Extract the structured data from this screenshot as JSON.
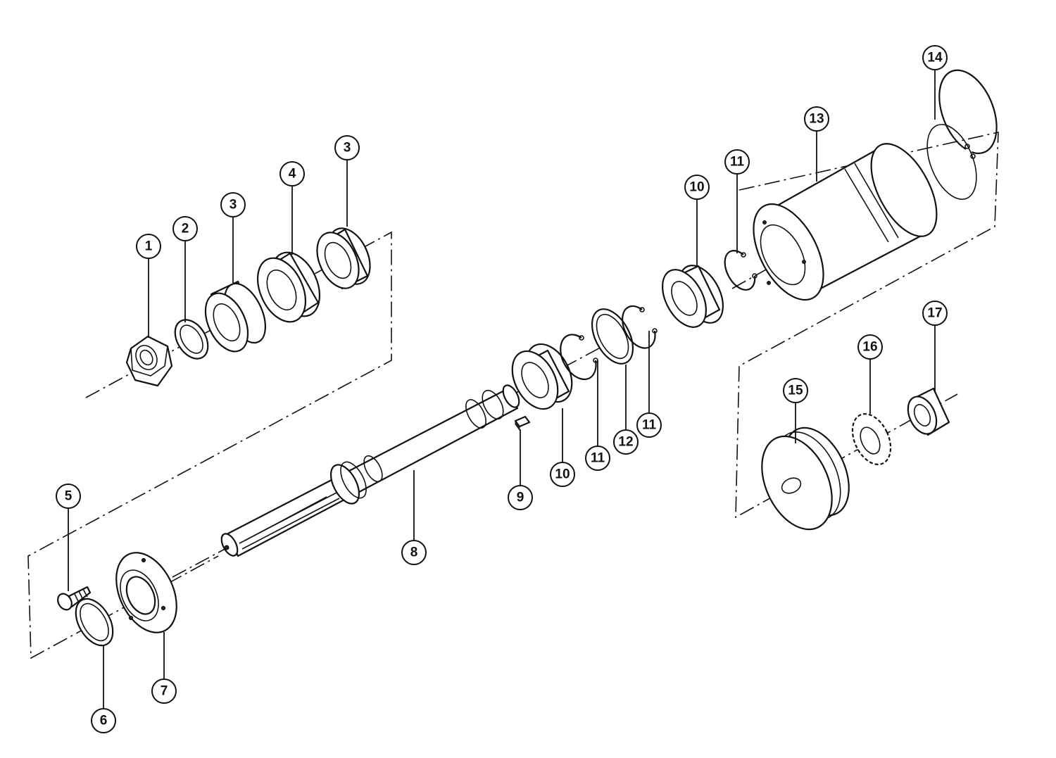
{
  "callouts": {
    "p1": "1",
    "p2": "2",
    "p3a": "3",
    "p3b": "3",
    "p4": "4",
    "p5": "5",
    "p6": "6",
    "p7": "7",
    "p8": "8",
    "p9": "9",
    "p10a": "10",
    "p10b": "10",
    "p11a": "11",
    "p11b": "11",
    "p11c": "11",
    "p12": "12",
    "p13": "13",
    "p14": "14",
    "p15": "15",
    "p16": "16",
    "p17": "17"
  }
}
